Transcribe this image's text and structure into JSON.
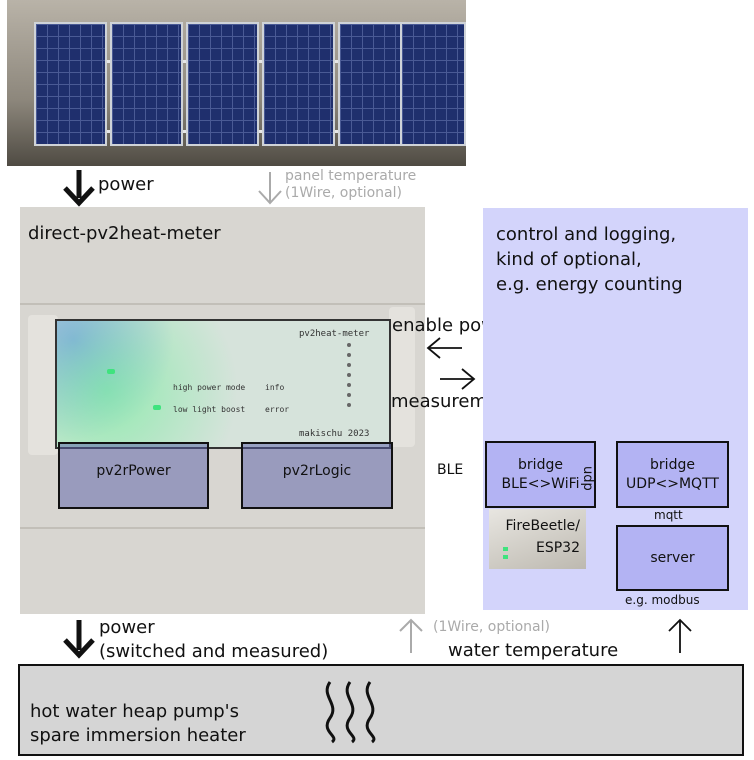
{
  "labels": {
    "power_top": "power",
    "panel_temperature_line1": "panel temperature",
    "panel_temperature_line2": "(1Wire, optional)",
    "device_title": "direct-pv2heat-meter",
    "pv2rpower": "pv2rPower",
    "pv2rlogic": "pv2rLogic",
    "enable_power_out": "enable power out",
    "measurement_data": "measurement data",
    "ble": "BLE",
    "control_line1": "control and logging,",
    "control_line2": "kind of optional,",
    "control_line3": "e.g. energy counting",
    "bridge_ble_line1": "bridge",
    "bridge_ble_line2": "BLE<>WiFi",
    "udp": "udp",
    "bridge_udp_line1": "bridge",
    "bridge_udp_line2": "UDP<>MQTT",
    "mqtt": "mqtt",
    "firebeetle_line1": "FireBeetle/",
    "firebeetle_line2": "ESP32",
    "server": "server",
    "modbus": "e.g. modbus",
    "power_bottom_line1": "power",
    "power_bottom_line2": "(switched and measured)",
    "water_temp_optional": "(1Wire, optional)",
    "water_temperature": "water temperature",
    "heater_line1": "hot water heap pump's",
    "heater_line2": "spare immersion heater"
  },
  "pcb": {
    "title": "pv2heat-meter",
    "footer": "makischu 2023",
    "high_power_mode": "high power mode",
    "low_light_boost": "low light boost",
    "info": "info",
    "error": "error"
  },
  "colors": {
    "control_bg": "#d3d4fb",
    "bridge_fill": "#b3b3f3",
    "device_subbox": "#5a5faa",
    "heater_bg": "#d5d5d5",
    "grey_arrow": "#aaaaaa"
  }
}
